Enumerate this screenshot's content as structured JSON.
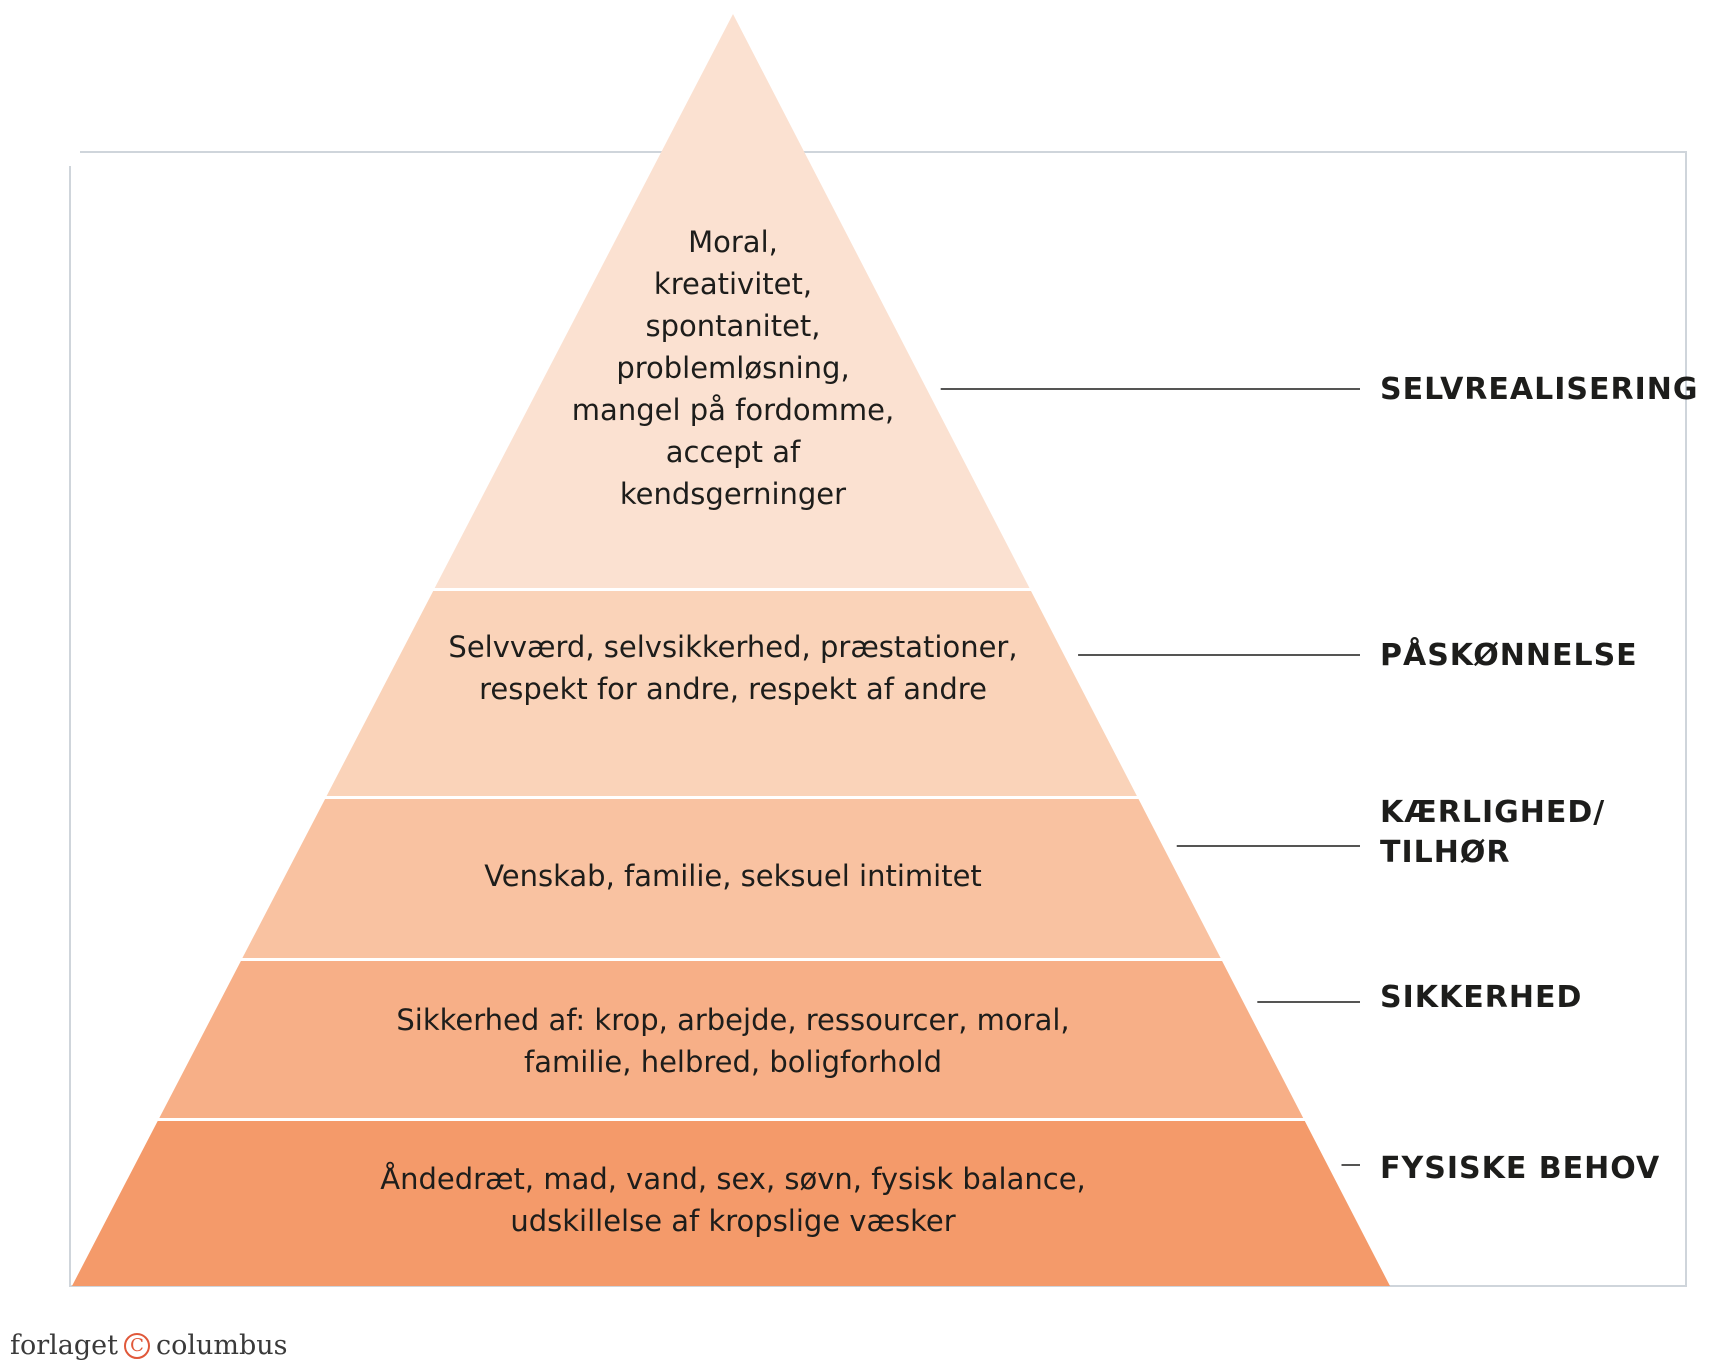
{
  "tiers": [
    {
      "id": "fysiske-behov",
      "label_lines": [
        "FYSISKE BEHOV"
      ],
      "text_lines": [
        "Åndedræt, mad, vand, sex, søvn, fysisk balance,",
        "udskillelse af kropslige væsker"
      ],
      "color": "#f49a6a"
    },
    {
      "id": "sikkerhed",
      "label_lines": [
        "SIKKERHED"
      ],
      "text_lines": [
        "Sikkerhed af: krop, arbejde, ressourcer, moral,",
        "familie, helbred, boligforhold"
      ],
      "color": "#f7af87"
    },
    {
      "id": "kaerlighed",
      "label_lines": [
        "KÆRLIGHED/",
        "TILHØR"
      ],
      "text_lines": [
        "Venskab, familie, seksuel intimitet"
      ],
      "color": "#f9c2a1"
    },
    {
      "id": "paaskoennelse",
      "label_lines": [
        "PÅSKØNNELSE"
      ],
      "text_lines": [
        "Selvværd, selvsikkerhed, præstationer,",
        "respekt for andre, respekt af andre"
      ],
      "color": "#fad3b9"
    },
    {
      "id": "selvrealisering",
      "label_lines": [
        "SELVREALISERING"
      ],
      "text_lines": [
        "Moral,",
        "kreativitet,",
        "spontanitet,",
        "problemløsning,",
        "mangel på fordomme,",
        "accept af",
        "kendsgerninger"
      ],
      "color": "#fbe1d1"
    }
  ],
  "footer": {
    "left_text": "forlaget",
    "mark": "C",
    "right_text": "columbus",
    "mark_color": "#e0583a"
  },
  "frame_color": "#cfd5db",
  "line_color": "#1d1d1b"
}
